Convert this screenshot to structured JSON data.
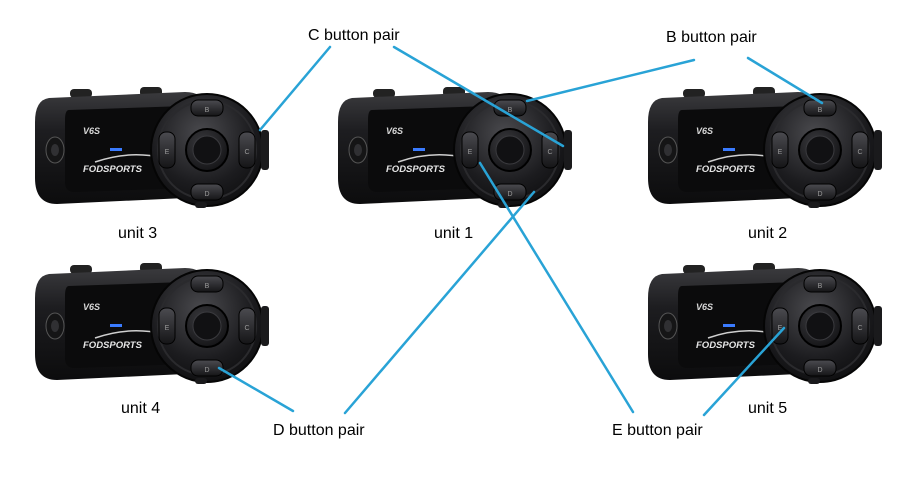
{
  "units": [
    {
      "id": "unit3",
      "label": "unit 3",
      "model": "V6S",
      "brand": "FODSPORTS",
      "buttons": {
        "top": "B",
        "left": "E",
        "right": "C",
        "bottom": "D"
      }
    },
    {
      "id": "unit1",
      "label": "unit 1",
      "model": "V6S",
      "brand": "FODSPORTS",
      "buttons": {
        "top": "B",
        "left": "E",
        "right": "C",
        "bottom": "D"
      }
    },
    {
      "id": "unit2",
      "label": "unit 2",
      "model": "V6S",
      "brand": "FODSPORTS",
      "buttons": {
        "top": "B",
        "left": "E",
        "right": "C",
        "bottom": "D"
      }
    },
    {
      "id": "unit4",
      "label": "unit 4",
      "model": "V6S",
      "brand": "FODSPORTS",
      "buttons": {
        "top": "B",
        "left": "E",
        "right": "C",
        "bottom": "D"
      }
    },
    {
      "id": "unit5",
      "label": "unit 5",
      "model": "V6S",
      "brand": "FODSPORTS",
      "buttons": {
        "top": "B",
        "left": "E",
        "right": "C",
        "bottom": "D"
      }
    }
  ],
  "callouts": {
    "c_pair": "C button pair",
    "b_pair": "B button pair",
    "d_pair": "D button pair",
    "e_pair": "E button pair"
  },
  "colors": {
    "leader_line": "#29a3d6",
    "device_body": "#1c1c1e",
    "display_blue": "#3a7bff"
  }
}
